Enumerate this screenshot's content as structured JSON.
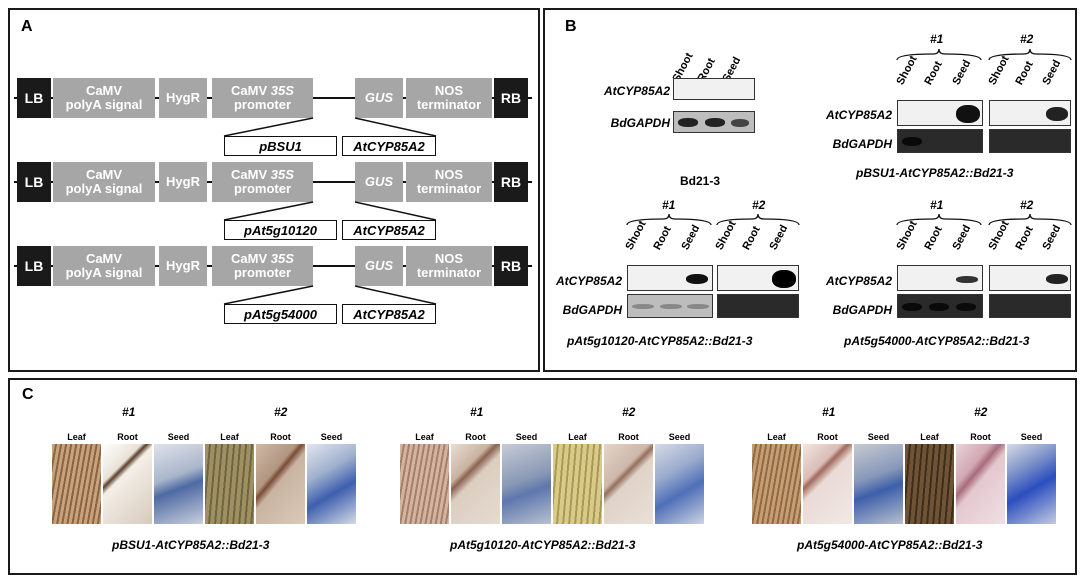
{
  "panels": {
    "a": "A",
    "b": "B",
    "c": "C"
  },
  "construct": {
    "lb": "LB",
    "rb": "RB",
    "polya_line1": "CaMV",
    "polya_line2": "polyA signal",
    "hygr": "HygR",
    "promoter_line1": "CaMV",
    "promoter_line1_italic": "35S",
    "promoter_line2": "promoter",
    "gus": "GUS",
    "nos_line1": "NOS",
    "nos_line2": "terminator",
    "inserts": [
      {
        "promoter": "pBSU1",
        "gene": "AtCYP85A2"
      },
      {
        "promoter": "pAt5g10120",
        "gene": "AtCYP85A2"
      },
      {
        "promoter": "pAt5g54000",
        "gene": "AtCYP85A2"
      }
    ]
  },
  "gels": {
    "tissues": [
      "Shoot",
      "Root",
      "Seed"
    ],
    "rep1": "#1",
    "rep2": "#2",
    "gene": "AtCYP85A2",
    "control": "BdGAPDH",
    "wt_caption": "Bd21-3",
    "captions": [
      "pBSU1-AtCYP85A2::Bd21-3",
      "pAt5g10120-AtCYP85A2::Bd21-3",
      "pAt5g54000-AtCYP85A2::Bd21-3"
    ]
  },
  "gus": {
    "tissues": [
      "Leaf",
      "Root",
      "Seed"
    ],
    "rep1": "#1",
    "rep2": "#2",
    "captions": [
      "pBSU1-AtCYP85A2::Bd21-3",
      "pAt5g10120-AtCYP85A2::Bd21-3",
      "pAt5g54000-AtCYP85A2::Bd21-3"
    ]
  }
}
